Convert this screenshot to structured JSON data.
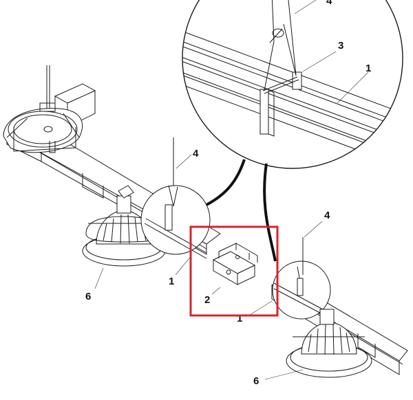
{
  "diagram": {
    "callouts": {
      "detail_top": {
        "c1": "1",
        "c3": "3",
        "c4": "4"
      },
      "left": {
        "c4": "4",
        "c1": "1",
        "c6": "6"
      },
      "center": {
        "c2": "2"
      },
      "right": {
        "c4": "4",
        "c1": "1",
        "c6": "6"
      }
    },
    "highlight_color": "#d9232a",
    "line_color": "#1a1a1a"
  }
}
